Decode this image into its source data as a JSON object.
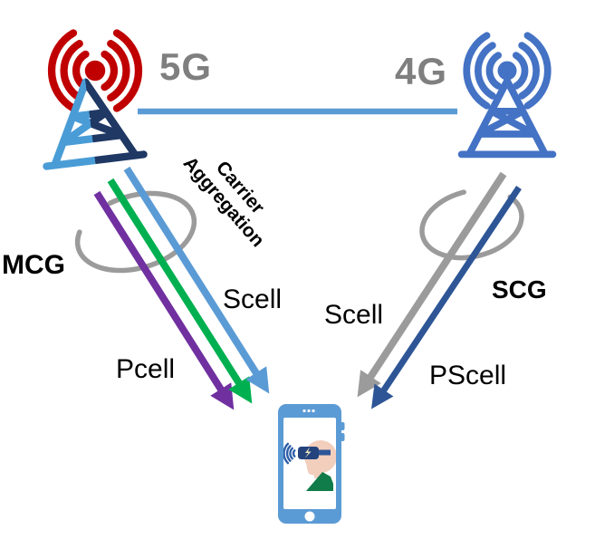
{
  "figure_type": "dual-connectivity-carrier-aggregation-diagram",
  "nodes": {
    "tower_5g": {
      "label": "5G",
      "icon": "radio-tower-icon",
      "wave_color": "#C00000",
      "mast_light": "#4A9CD6",
      "mast_dark": "#1F3864"
    },
    "tower_4g": {
      "label": "4G",
      "icon": "radio-tower-icon",
      "color": "#4472C4"
    },
    "ue": {
      "icon": "smartphone-icon",
      "screen_icon": "person-vr-headset-icon"
    }
  },
  "backhaul_link": {
    "from": "tower_5g",
    "to": "tower_4g",
    "color": "#5B9BD5"
  },
  "groups": {
    "mcg": {
      "label": "MCG",
      "annotation": [
        "Carrier",
        "Aggregation"
      ],
      "lasso_color": "#9B9B9B",
      "arrows": [
        {
          "name": "pcell-arrow",
          "color": "#7030A0",
          "label": "Pcell"
        },
        {
          "name": "scell-arrow-green",
          "color": "#00B050"
        },
        {
          "name": "scell-arrow-blue",
          "color": "#5B9BD5",
          "label": "Scell"
        }
      ]
    },
    "scg": {
      "label": "SCG",
      "lasso_color": "#9B9B9B",
      "arrows": [
        {
          "name": "scell-arrow-gray",
          "color": "#9B9B9B",
          "label": "Scell"
        },
        {
          "name": "pscell-arrow",
          "color": "#2E5596",
          "label": "PScell"
        }
      ]
    }
  },
  "colors": {
    "generation_label_gray": "#7F7F7F",
    "text_black": "#000000",
    "backhaul_blue": "#5B9BD5",
    "phone_frame": "#5B9BD5",
    "skin": "#F2CEBD",
    "shirt_green": "#0F7C4A",
    "headset_navy": "#24437C",
    "headset_strap": "#2E5596",
    "head_wave_blue": "#2E5FA8",
    "bolt_pale_yellow": "#EFE5BC"
  }
}
